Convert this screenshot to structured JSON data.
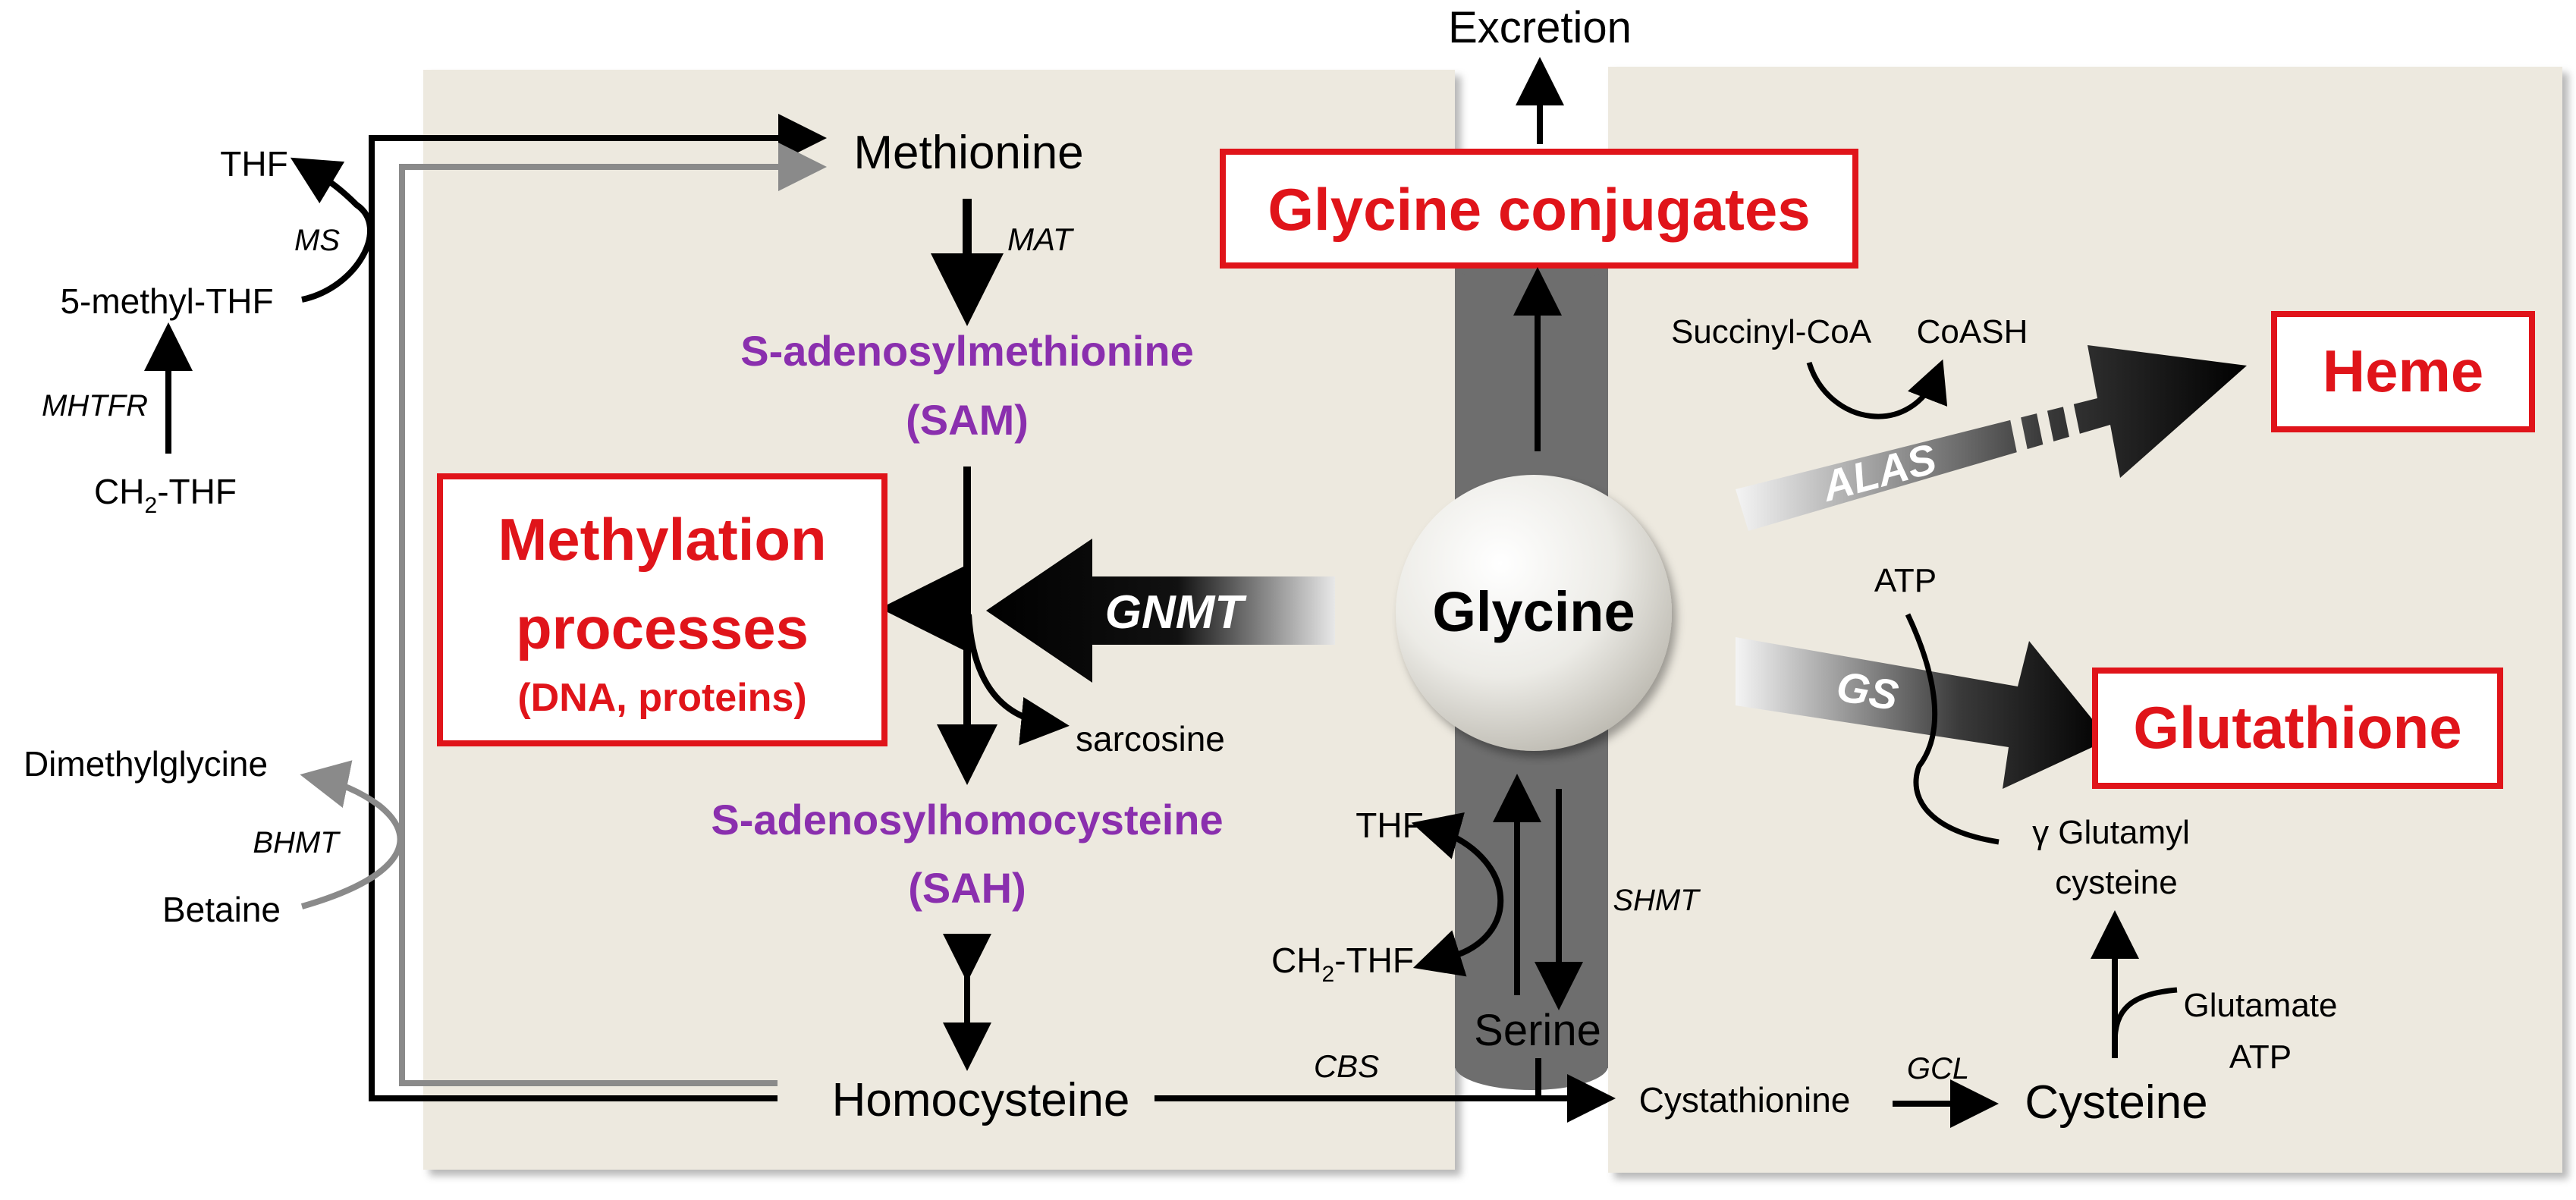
{
  "top": {
    "excretion": "Excretion"
  },
  "left_cycle": {
    "thf": "THF",
    "ms": "MS",
    "methyl_thf": "5-methyl-THF",
    "mhtfr": "MHTFR",
    "ch2_thf_main": "CH",
    "ch2_thf_sub": "2",
    "ch2_thf_tail": "-THF",
    "dimethylglycine": "Dimethylglycine",
    "bhmt": "BHMT",
    "betaine": "Betaine"
  },
  "methionine_cycle": {
    "methionine": "Methionine",
    "mat": "MAT",
    "sam_line1": "S-adenosylmethionine",
    "sam_line2": "(SAM)",
    "sah_line1": "S-adenosylhomocysteine",
    "sah_line2": "(SAH)",
    "homocysteine": "Homocysteine",
    "sarcosine": "sarcosine",
    "gnmt": "GNMT",
    "cbs": "CBS"
  },
  "methylation_box": {
    "line1": "Methylation",
    "line2": "processes",
    "line3": "(DNA, proteins)"
  },
  "center": {
    "glycine": "Glycine",
    "glycine_conjugates": "Glycine conjugates",
    "serine": "Serine",
    "thf": "THF",
    "ch2_main": "CH",
    "ch2_sub": "2",
    "ch2_tail": "-THF",
    "shmt": "SHMT"
  },
  "right_panel": {
    "succinyl_coa": "Succinyl-CoA",
    "coash": "CoASH",
    "alas": "ALAS",
    "heme": "Heme",
    "atp": "ATP",
    "gs": "GS",
    "glutathione": "Glutathione",
    "gamma_glutamyl_line1": "γ Glutamyl",
    "gamma_glutamyl_line2": "cysteine",
    "glutamate": "Glutamate",
    "atp2": "ATP",
    "cystathionine": "Cystathionine",
    "gcl": "GCL",
    "cysteine": "Cysteine"
  },
  "colors": {
    "panel_bg": "#ede9df",
    "accent_red": "#e0141a",
    "metabolite_purple": "#8a2fae",
    "arrow_black": "#000000",
    "arrow_gray": "#8a8a8a",
    "channel_gray": "#6e6e6e"
  }
}
